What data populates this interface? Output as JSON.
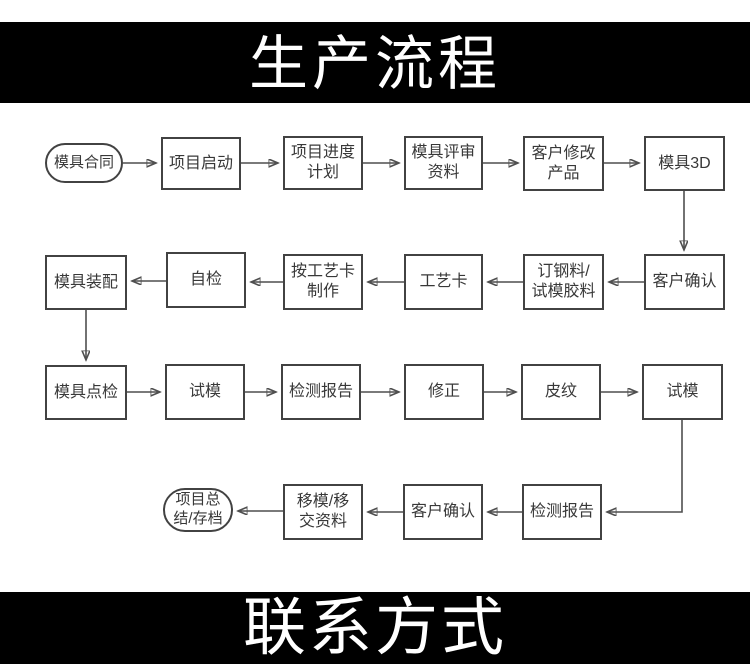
{
  "banners": {
    "top": {
      "label": "生产流程",
      "background": "#000000",
      "text_color": "#ffffff"
    },
    "bottom": {
      "label": "联系方式",
      "background": "#000000",
      "text_color": "#ffffff"
    }
  },
  "flowchart": {
    "box_border_color": "#424242",
    "line_color": "#4f4f4f",
    "arrowhead_color": "#1f1f1f",
    "text_color": "#383838",
    "nodes": [
      {
        "label": "模具合同",
        "shape": "stadium"
      },
      {
        "label": "项目启动",
        "shape": "rect"
      },
      {
        "label": "项目进度\n计划",
        "shape": "rect"
      },
      {
        "label": "模具评审\n资料",
        "shape": "rect"
      },
      {
        "label": "客户修改\n产品",
        "shape": "rect"
      },
      {
        "label": "模具3D",
        "shape": "rect"
      },
      {
        "label": "客户确认",
        "shape": "rect"
      },
      {
        "label": "订钢料/\n试模胶料",
        "shape": "rect"
      },
      {
        "label": "工艺卡",
        "shape": "rect"
      },
      {
        "label": "按工艺卡\n制作",
        "shape": "rect"
      },
      {
        "label": "自检",
        "shape": "rect"
      },
      {
        "label": "模具装配",
        "shape": "rect"
      },
      {
        "label": "模具点检",
        "shape": "rect"
      },
      {
        "label": "试模",
        "shape": "rect"
      },
      {
        "label": "检测报告",
        "shape": "rect"
      },
      {
        "label": "修正",
        "shape": "rect"
      },
      {
        "label": "皮纹",
        "shape": "rect"
      },
      {
        "label": "试模",
        "shape": "rect"
      },
      {
        "label": "检测报告",
        "shape": "rect"
      },
      {
        "label": "客户确认",
        "shape": "rect"
      },
      {
        "label": "移模/移\n交资料",
        "shape": "rect"
      },
      {
        "label": "项目总\n结/存档",
        "shape": "stadium"
      }
    ],
    "edges": [
      "模具合同→项目启动",
      "项目启动→项目进度计划",
      "项目进度计划→模具评审资料",
      "模具评审资料→客户修改产品",
      "客户修改产品→模具3D",
      "模具3D→客户确认",
      "客户确认→订钢料/试模胶料",
      "订钢料/试模胶料→工艺卡",
      "工艺卡→按工艺卡制作",
      "按工艺卡制作→自检",
      "自检→模具装配",
      "模具装配→模具点检",
      "模具点检→试模",
      "试模→检测报告",
      "检测报告→修正",
      "修正→皮纹",
      "皮纹→试模",
      "试模→检测报告",
      "检测报告→客户确认",
      "客户确认→移模/移交资料",
      "移模/移交资料→项目总结/存档"
    ]
  }
}
